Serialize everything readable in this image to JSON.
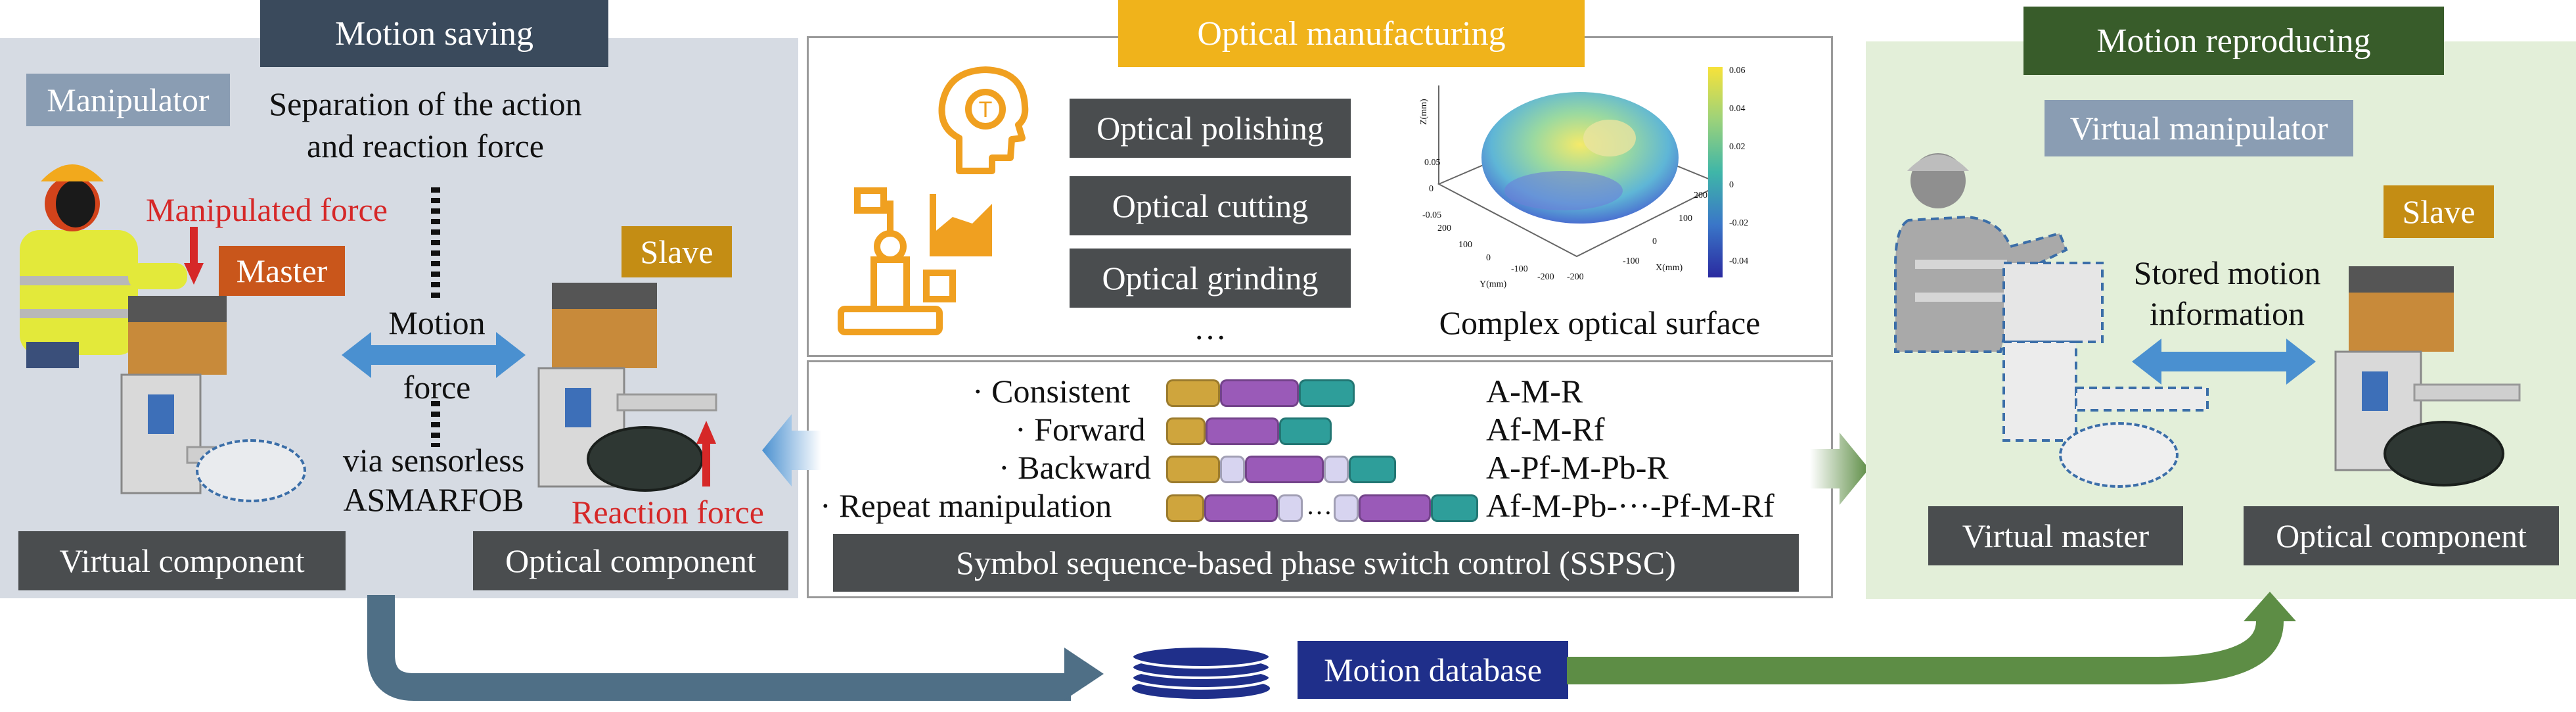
{
  "left": {
    "title": "Motion saving",
    "manipulator": "Manipulator",
    "separation_line1": "Separation of the action",
    "separation_line2": "and reaction force",
    "manipulated_force": "Manipulated force",
    "master": "Master",
    "slave": "Slave",
    "motion": "Motion",
    "force": "force",
    "via_line1": "via sensorless",
    "via_line2": "ASMARFOB",
    "reaction_force": "Reaction force",
    "virtual_component": "Virtual component",
    "optical_component": "Optical component"
  },
  "center": {
    "title": "Optical manufacturing",
    "processes": [
      "Optical polishing",
      "Optical cutting",
      "Optical grinding"
    ],
    "more": "…",
    "surface_caption": "Complex optical surface",
    "surface_axes": {
      "z": "Z(mm)",
      "y": "Y(mm)",
      "x": "X(mm)"
    },
    "surface_ticks": {
      "z": [
        "0.05",
        "0",
        "-0.05"
      ],
      "y": [
        "200",
        "100",
        "0",
        "-100",
        "-200"
      ],
      "x": [
        "-200",
        "-100",
        "0",
        "100",
        "200"
      ],
      "colorbar": [
        "0.06",
        "0.04",
        "0.02",
        "0",
        "-0.02",
        "-0.04"
      ]
    },
    "sequences": [
      {
        "label": "· Consistent",
        "code": "A-M-R"
      },
      {
        "label": "· Forward",
        "code": "Af-M-Rf"
      },
      {
        "label": "· Backward",
        "code": "A-Pf-M-Pb-R"
      },
      {
        "label": "· Repeat manipulation",
        "code": "Af-M-Pb-···-Pf-M-Rf"
      }
    ],
    "ellipsis": "…",
    "sspsc": "Symbol sequence-based phase switch control (SSPSC)"
  },
  "right": {
    "title": "Motion reproducing",
    "virtual_manipulator": "Virtual manipulator",
    "slave": "Slave",
    "stored_line1": "Stored motion",
    "stored_line2": "information",
    "virtual_master": "Virtual master",
    "optical_component": "Optical component"
  },
  "bottom": {
    "database": "Motion database"
  },
  "colors": {
    "left_bg": "#d6dbe3",
    "right_bg": "#e3efd9",
    "title_left": "#3a4a5c",
    "title_center": "#f0b31b",
    "title_right": "#385c2a",
    "database": "#1f2f8a",
    "orange": "#c9561b",
    "gold": "#c48d14",
    "arrow_blue": "#4a90d0",
    "arrow_left": "#4f6f86",
    "arrow_right": "#5d8d45",
    "reaction_red": "#d62828"
  }
}
